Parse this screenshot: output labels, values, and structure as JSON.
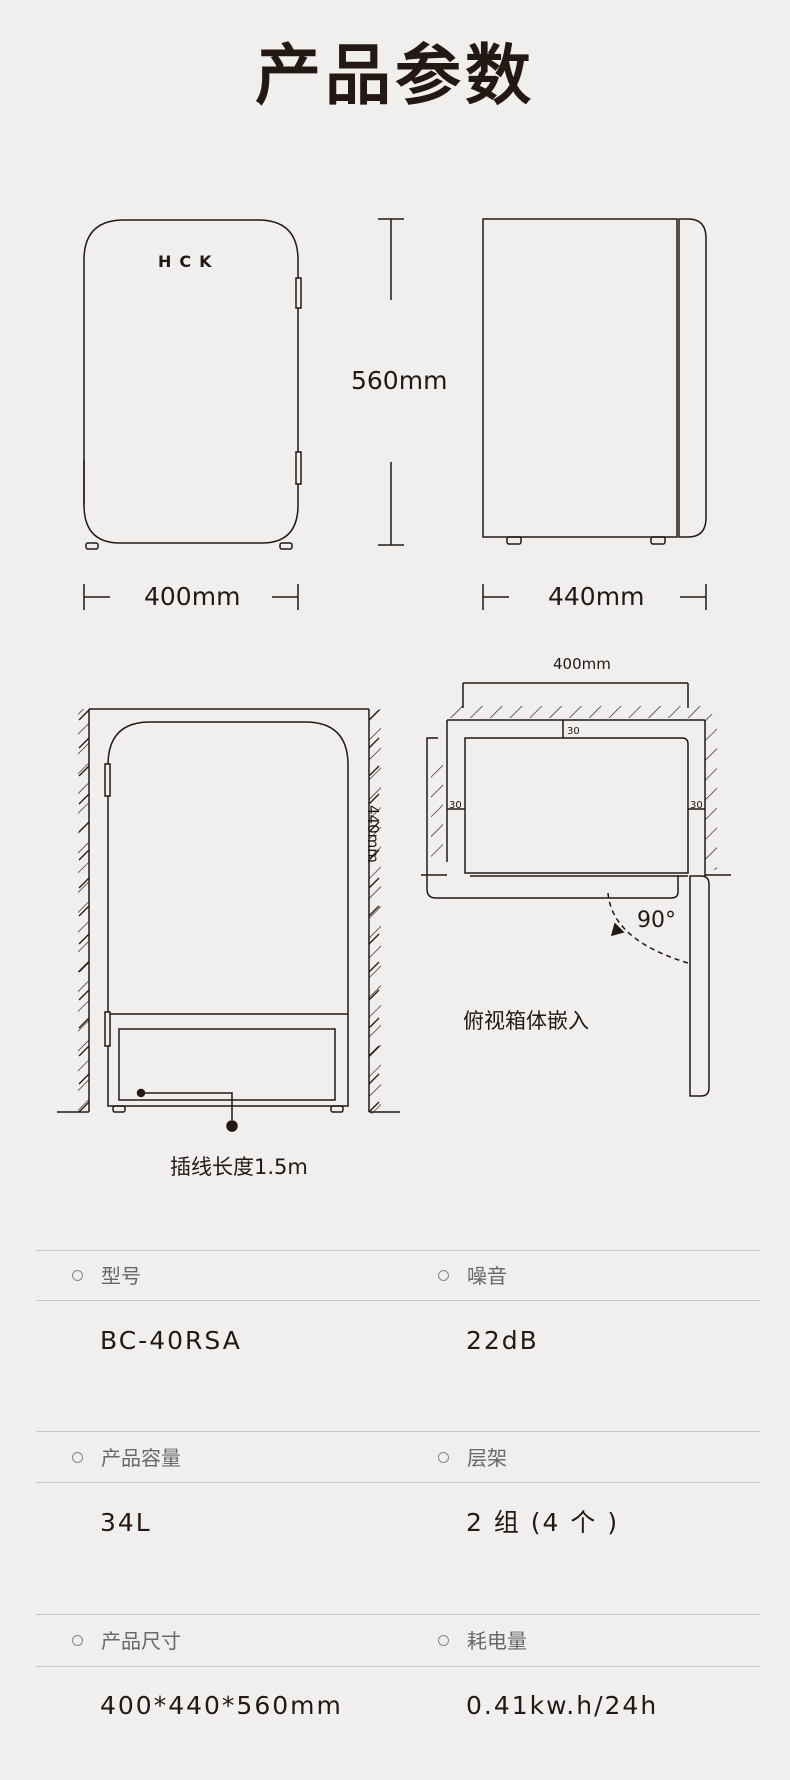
{
  "page_title": "产品参数",
  "brand_logo": "HCK",
  "diagram_labels": {
    "front_width": "400mm",
    "height": "560mm",
    "side_depth": "440mm",
    "top_width": "400mm",
    "top_depth": "440mm",
    "gap_top": "30",
    "gap_left": "30",
    "gap_right": "30",
    "door_angle": "90°",
    "top_view_caption": "俯视箱体嵌入",
    "cord_caption": "插线长度1.5m"
  },
  "specs": [
    {
      "label": "型号",
      "value": "BC-40RSA"
    },
    {
      "label": "噪音",
      "value": "22dB"
    },
    {
      "label": "产品容量",
      "value": "34L"
    },
    {
      "label": "层架",
      "value": "2 组 (4 个 )"
    },
    {
      "label": "产品尺寸",
      "value": "400*440*560mm"
    },
    {
      "label": "耗电量",
      "value": "0.41kw.h/24h"
    }
  ]
}
